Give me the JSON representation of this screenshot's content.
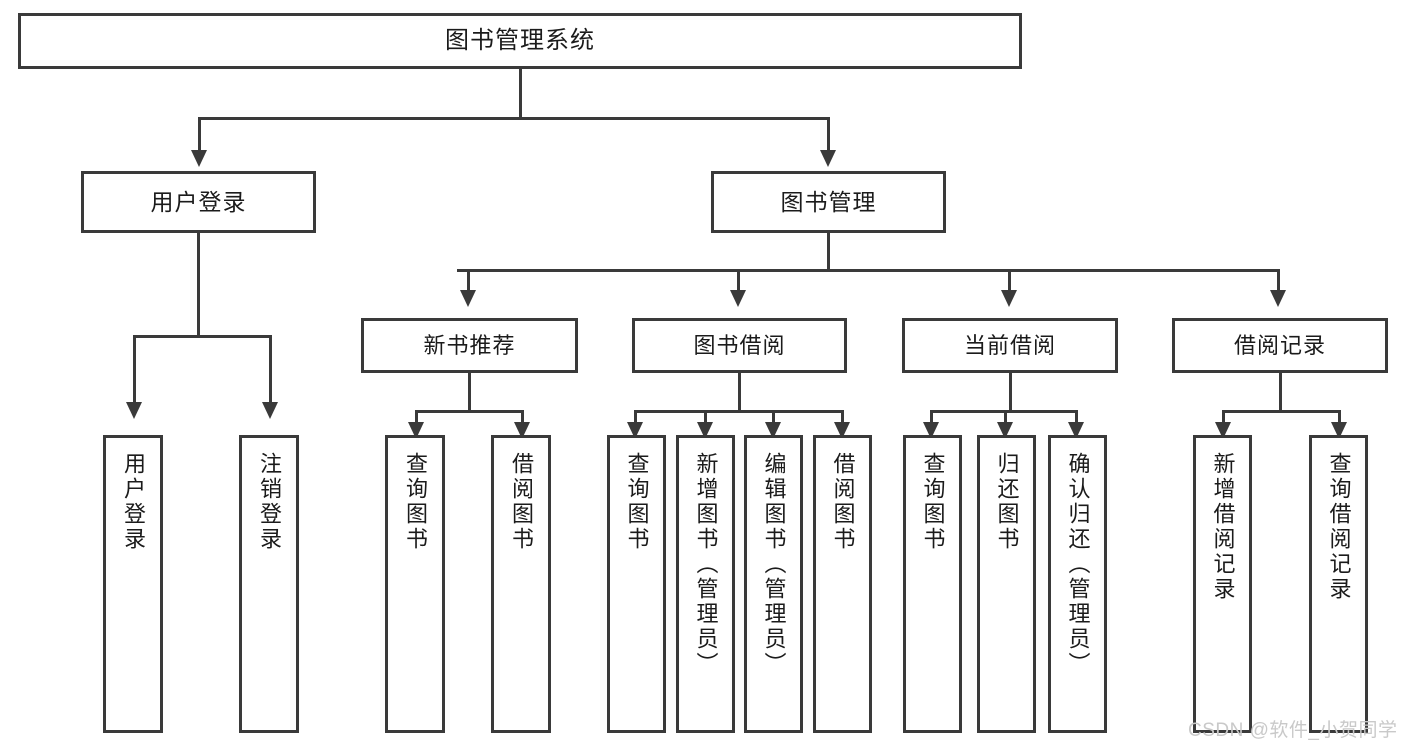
{
  "diagram": {
    "type": "tree-hierarchy",
    "title": "图书管理系统功能结构图",
    "theme": {
      "line_color": "#3a3a3a",
      "box_fill": "#ffffff",
      "text_color": "#1b1b1b",
      "watermark_color": "#c9c9c9"
    },
    "root": {
      "label": "图书管理系统"
    },
    "level2": [
      {
        "label": "用户登录"
      },
      {
        "label": "图书管理"
      }
    ],
    "level3": [
      {
        "label": "新书推荐"
      },
      {
        "label": "图书借阅"
      },
      {
        "label": "当前借阅"
      },
      {
        "label": "借阅记录"
      }
    ],
    "leaves": {
      "user_login": [
        {
          "label": "用户登录"
        },
        {
          "label": "注销登录"
        }
      ],
      "new_book": [
        {
          "label": "查询图书"
        },
        {
          "label": "借阅图书"
        }
      ],
      "book_borrow": [
        {
          "label": "查询图书"
        },
        {
          "label": "新增图书（管理员）"
        },
        {
          "label": "编辑图书（管理员）"
        },
        {
          "label": "借阅图书"
        }
      ],
      "current_borrow": [
        {
          "label": "查询图书"
        },
        {
          "label": "归还图书"
        },
        {
          "label": "确认归还（管理员）"
        }
      ],
      "borrow_record": [
        {
          "label": "新增借阅记录"
        },
        {
          "label": "查询借阅记录"
        }
      ]
    }
  },
  "watermark": {
    "text": "CSDN @软件_小贺同学"
  }
}
